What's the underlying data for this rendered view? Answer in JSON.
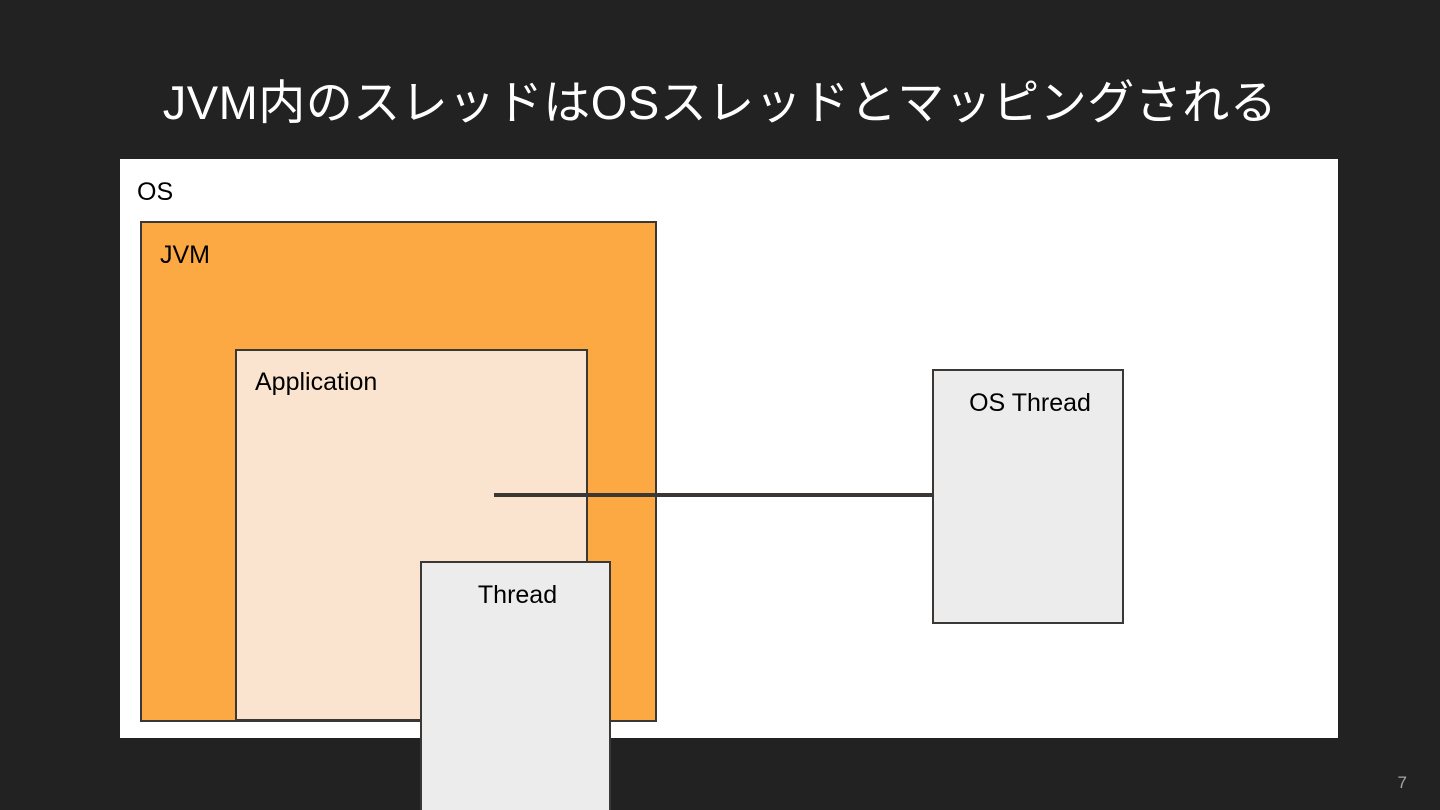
{
  "slide": {
    "title": "JVM内のスレッドはOSスレッドとマッピングされる",
    "page_number": "7",
    "background_color": "#222222",
    "title_color": "#ffffff",
    "page_number_color": "#a6a6a6"
  },
  "diagram": {
    "canvas_color": "#ffffff",
    "boxes": [
      {
        "id": "os",
        "label": "OS",
        "fill": "#ffffff",
        "border": "none",
        "role": "operating-system-region"
      },
      {
        "id": "jvm",
        "label": "JVM",
        "fill": "#fca944",
        "border": "#3b3735",
        "role": "java-virtual-machine-region"
      },
      {
        "id": "application",
        "label": "Application",
        "fill": "#fae4cf",
        "border": "#3b3735",
        "role": "application-region"
      },
      {
        "id": "thread",
        "label": "Thread",
        "fill": "#ececec",
        "border": "#3b3735",
        "role": "jvm-thread"
      },
      {
        "id": "os_thread",
        "label": "OS Thread",
        "fill": "#ececec",
        "border": "#3b3735",
        "role": "os-level-thread"
      }
    ],
    "connector": {
      "from": "thread",
      "to": "os_thread",
      "color": "#3b3735",
      "style": "solid"
    }
  }
}
